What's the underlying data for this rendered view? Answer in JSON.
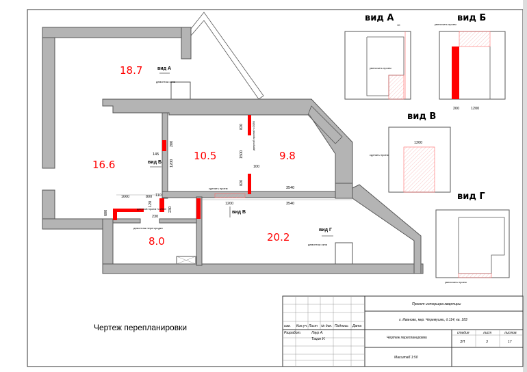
{
  "drawing_title": "Чертеж перепланировки",
  "rooms": [
    {
      "area": "18.7"
    },
    {
      "area": "16.6"
    },
    {
      "area": "10.5"
    },
    {
      "area": "9.8"
    },
    {
      "area": "8.0"
    },
    {
      "area": "20.2"
    }
  ],
  "view_markers": {
    "a": "вид А",
    "b": "вид Б",
    "v": "вид В",
    "g": "вид Г"
  },
  "views": {
    "a": "вид А",
    "b": "вид Б",
    "v": "вид В",
    "g": "вид Г"
  },
  "dimensions": {
    "d145": "145",
    "d200a": "200",
    "d1200a": "1200",
    "d820a": "820",
    "d1500": "1500",
    "d820b": "820",
    "d100": "100",
    "d3540a": "3540",
    "d110": "110",
    "d1060": "1060",
    "d800": "800",
    "d120": "120",
    "d600": "600",
    "d230a": "230",
    "d230b": "230",
    "d1200b": "1200",
    "d3540b": "3540",
    "va_10": "10",
    "vb_200": "200",
    "vb_1200": "1200",
    "vv_1200": "1200"
  },
  "notes": {
    "window_a": "демонтаж окна",
    "make_opening": "сделать проем",
    "door_note": "дверной проем h=2080",
    "partition_note": "дверной проем h=2080",
    "demolish_partition": "демонтаж перегородки",
    "window_g": "демонтаж окна",
    "enlarge_a": "увеличить проем",
    "enlarge_b": "увеличить проем",
    "make_v": "сделать проем",
    "enlarge_g": "увеличить проем"
  },
  "title_block": {
    "headers": [
      "изм.",
      "Кол.уч.",
      "Лист",
      "№ док.",
      "Подпись",
      "Дата"
    ],
    "developed_label": "Разработ.",
    "developer_1": "Лаур А.",
    "developer_2": "Тацие И.",
    "project": "Проект интерьера квартиры",
    "address": "г. Иваново, мкр. Черемушки, д.114, кв. 183",
    "sheet_name": "Чертеж перепланировки",
    "scale": "Масштаб 1:50",
    "stage_label": "стадия",
    "sheet_label": "лист",
    "sheets_label": "листов",
    "stage": "ЭП",
    "sheet": "3",
    "sheets": "17"
  }
}
